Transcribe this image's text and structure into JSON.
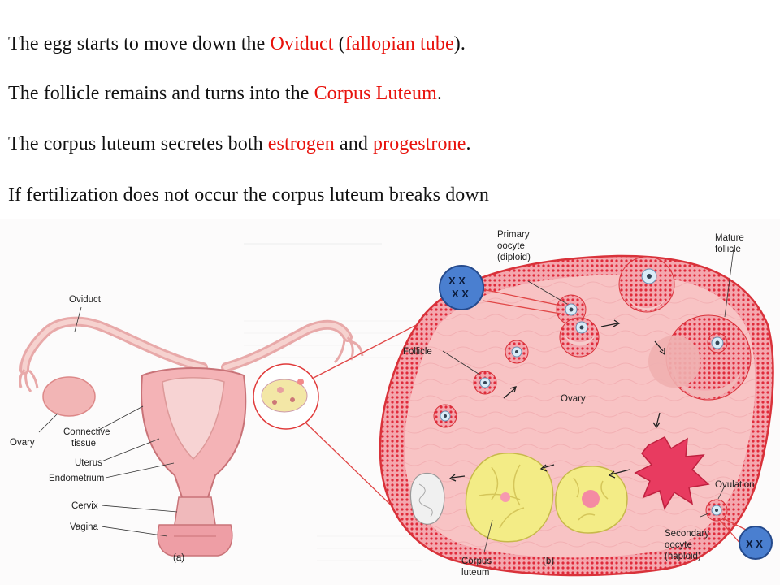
{
  "text": {
    "line1": {
      "prefix": "The egg starts to move down the ",
      "oviduct": "Oviduct",
      "paren_open": " (",
      "fallopian": "fallopian tube",
      "paren_close": ")."
    },
    "line2": {
      "prefix": "The follicle remains and turns into the ",
      "corpus_luteum": "Corpus Luteum",
      "suffix": "."
    },
    "line3": {
      "prefix": "The corpus luteum secretes both ",
      "estrogen": "estrogen",
      "middle": " and ",
      "progesterone": "progestrone",
      "suffix": "."
    },
    "line4": "If fertilization does not occur the corpus luteum breaks down"
  },
  "figure_a": {
    "labels": {
      "oviduct": "Oviduct",
      "ovary": "Ovary",
      "connective_tissue_1": "Connective",
      "connective_tissue_2": "tissue",
      "uterus": "Uterus",
      "endometrium": "Endometrium",
      "cervix": "Cervix",
      "vagina": "Vagina",
      "panel_label": "(a)"
    }
  },
  "figure_b": {
    "labels": {
      "primary_oocyte_1": "Primary",
      "primary_oocyte_2": "oocyte",
      "primary_oocyte_3": "(diploid)",
      "mature_follicle_1": "Mature",
      "mature_follicle_2": "follicle",
      "follicle": "Follicle",
      "ovary": "Ovary",
      "ovulation": "Ovulation",
      "secondary_oocyte_1": "Secondary",
      "secondary_oocyte_2": "oocyte",
      "secondary_oocyte_3": "(haploid)",
      "corpus_luteum_1": "Corpus",
      "corpus_luteum_2": "luteum",
      "panel_label": "(b)"
    }
  },
  "colors": {
    "highlight": "#e8120c",
    "ovary_fill": "#f7bdbd",
    "ovary_outline": "#d9323a",
    "follicle_dots": "#e02a3a",
    "corpus_yellow": "#f3ec86",
    "chromosome_blue": "#4a7fd0"
  }
}
